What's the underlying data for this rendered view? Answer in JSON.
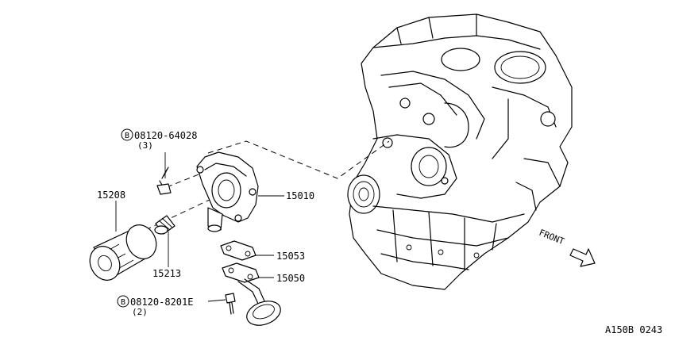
{
  "diagram": {
    "parts": [
      {
        "id": "bolt_pump",
        "marker": "B",
        "number": "08120-64028",
        "qty": "(3)"
      },
      {
        "id": "oil_filter",
        "number": "15208"
      },
      {
        "id": "oil_pump",
        "number": "15010"
      },
      {
        "id": "connector",
        "number": "15213"
      },
      {
        "id": "gasket",
        "number": "15053"
      },
      {
        "id": "strainer_gasket",
        "number": "15050"
      },
      {
        "id": "bolt_strainer",
        "marker": "B",
        "number": "08120-8201E",
        "qty": "(2)"
      }
    ],
    "direction_label": "FRONT",
    "figure_id": "A150B 0243"
  }
}
